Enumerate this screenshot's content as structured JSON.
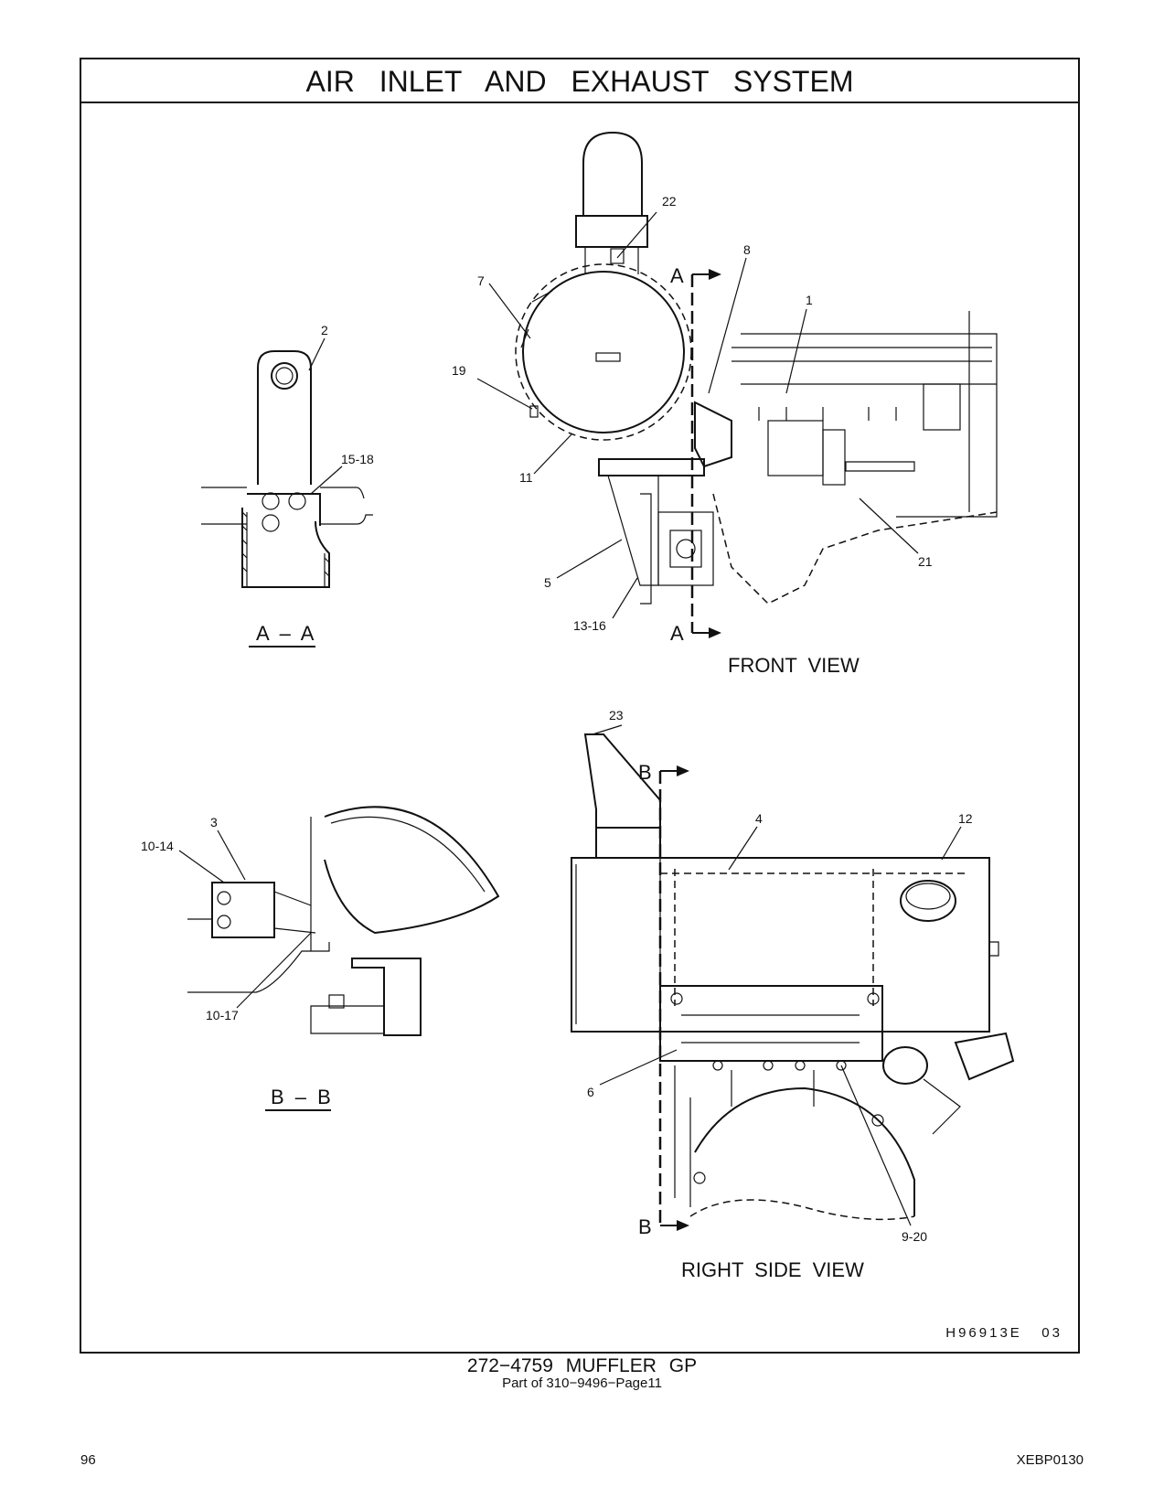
{
  "header": {
    "title": "AIR  INLET  AND  EXHAUST  SYSTEM"
  },
  "callouts": {
    "c22": "22",
    "c8": "8",
    "c7": "7",
    "c1": "1",
    "c2": "2",
    "c19": "19",
    "c15_18": "15-18",
    "c11": "11",
    "c5": "5",
    "c21": "21",
    "c13_16": "13-16",
    "c23": "23",
    "c3": "3",
    "c10_14": "10-14",
    "c4": "4",
    "c12": "12",
    "c10_17": "10-17",
    "c6": "6",
    "c9_20": "9-20"
  },
  "section_marks": {
    "a_top": "A",
    "a_bottom": "A",
    "b_top": "B",
    "b_bottom": "B"
  },
  "views": {
    "section_aa": "A – A",
    "section_bb": "B – B",
    "front": "FRONT  VIEW",
    "right_side": "RIGHT  SIDE  VIEW"
  },
  "drawing_id": "H96913E   03",
  "footer": {
    "part_title": "272−4759  MUFFLER GP",
    "part_of": "Part of 310−9496−Page11",
    "page_number": "96",
    "doc_code": "XEBP0130"
  }
}
